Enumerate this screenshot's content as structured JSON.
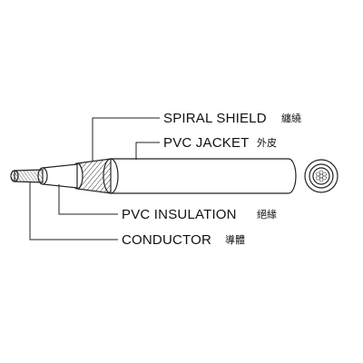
{
  "labels": {
    "spiral_shield": {
      "en": "SPIRAL SHIELD",
      "zh": "纏繞"
    },
    "pvc_jacket": {
      "en": "PVC JACKET",
      "zh": "外皮"
    },
    "pvc_insulation": {
      "en": "PVC INSULATION",
      "zh": "絕緣"
    },
    "conductor": {
      "en": "CONDUCTOR",
      "zh": "導體"
    }
  },
  "colors": {
    "line": "#222222",
    "background": "#ffffff"
  }
}
